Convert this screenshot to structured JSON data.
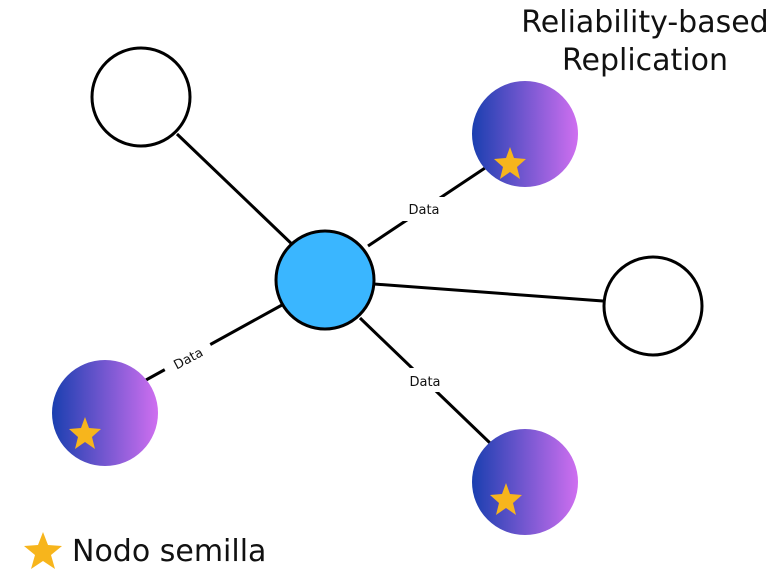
{
  "title": {
    "line1": "Reliability-based",
    "line2": "Replication"
  },
  "legend": {
    "label": "Nodo semilla",
    "icon": "star-icon"
  },
  "edge_labels": {
    "top": "Data",
    "left": "Data",
    "bottom": "Data"
  },
  "colors": {
    "center_node": "#3ab6ff",
    "seed_gradient_start": "#1a3fb0",
    "seed_gradient_end": "#cf6ff0",
    "star": "#f7b51c",
    "stroke": "#000000"
  }
}
